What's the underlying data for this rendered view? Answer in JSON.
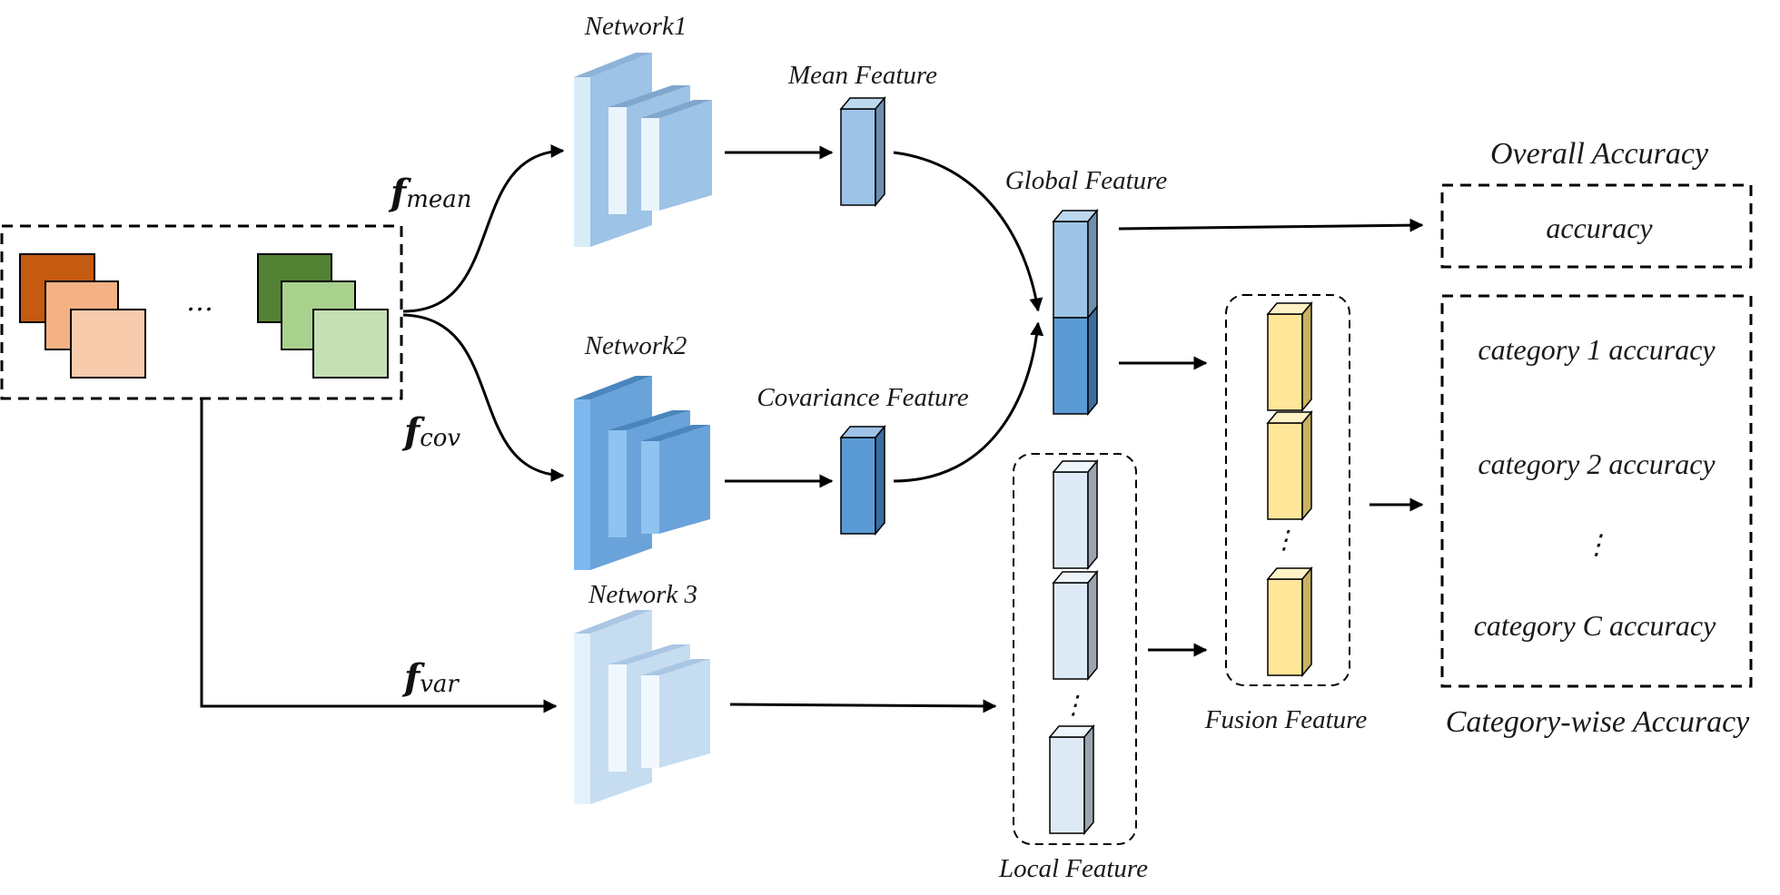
{
  "input": {
    "ellipsis": "…"
  },
  "streams": {
    "mean": {
      "symbol": "f",
      "subscript": "mean"
    },
    "cov": {
      "symbol": "f",
      "subscript": "cov"
    },
    "var": {
      "symbol": "f",
      "subscript": "var"
    }
  },
  "networks": {
    "network1": "Network1",
    "network2": "Network2",
    "network3": "Network 3"
  },
  "features": {
    "mean": "Mean Feature",
    "covariance": "Covariance Feature",
    "global": "Global Feature",
    "local": "Local Feature",
    "fusion": "Fusion Feature"
  },
  "outputs": {
    "overall_title": "Overall Accuracy",
    "overall_value": "accuracy",
    "category_title": "Category-wise Accuracy",
    "categories": [
      "category 1 accuracy",
      "category 2 accuracy",
      "category C accuracy"
    ],
    "vertical_ellipsis": "⋮"
  },
  "colors": {
    "orange_dark": "#c55a11",
    "orange_mid": "#f4b183",
    "orange_light": "#f8cbad",
    "green_dark": "#548235",
    "green_mid": "#a9d18e",
    "green_light": "#c5e0b4",
    "net1": "#9dc3e6",
    "net2": "#5b9bd5",
    "net3": "#bdd7ee",
    "mean_feature": "#9dc3e6",
    "cov_feature": "#5b9bd5",
    "local_feature": "#deebf7",
    "fusion_feature": "#ffe699"
  }
}
